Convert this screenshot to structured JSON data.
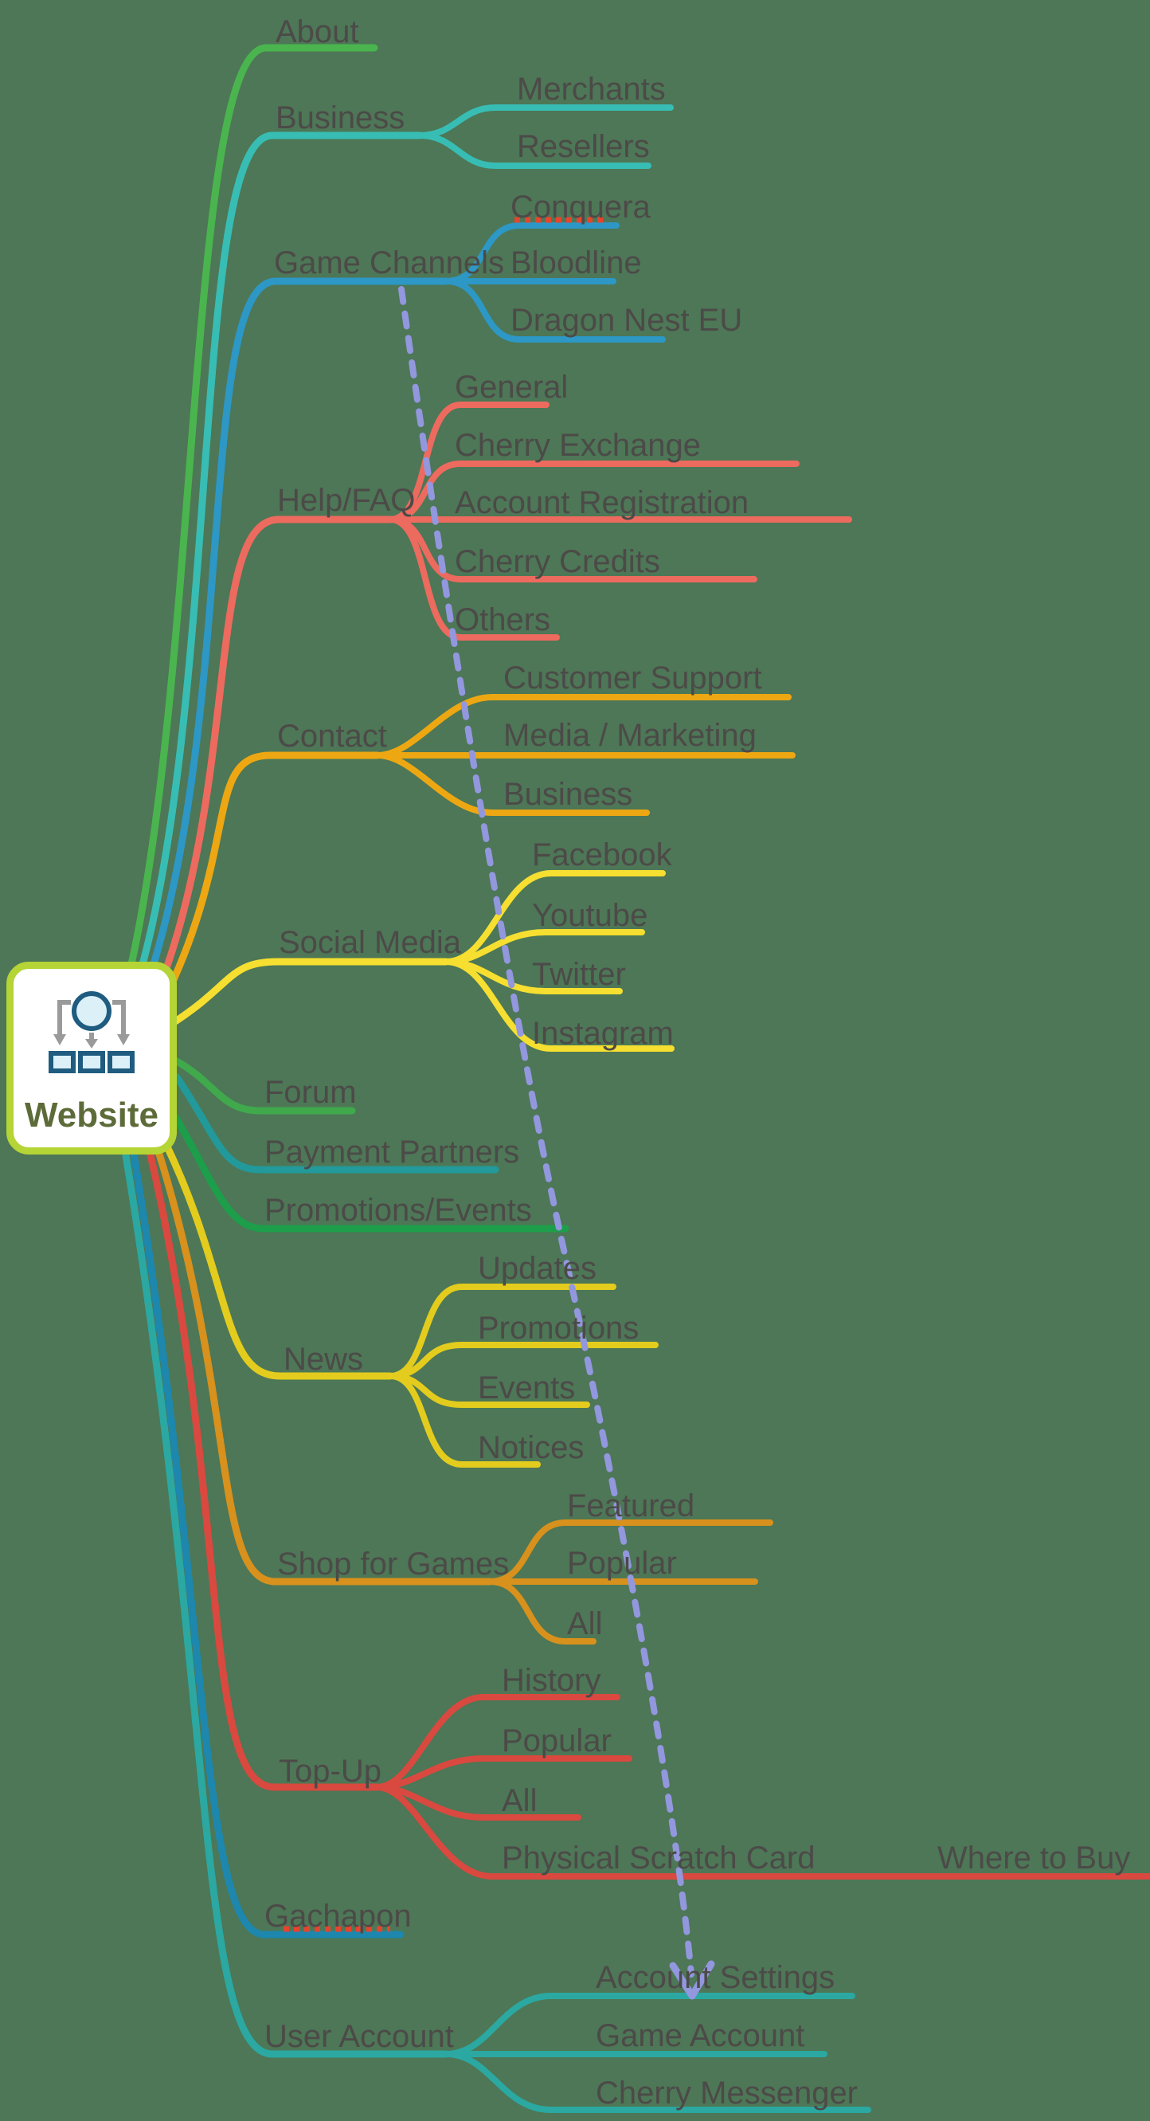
{
  "title": "Website structure mind map",
  "theme": {
    "bg": "#4d7756",
    "text": "#4c4a48",
    "node-border": "#b5d435",
    "node-bg": "#ffffff",
    "root-text": "#5d6b39",
    "link": "#9297de",
    "marker": "#e8432e",
    "icon-stroke": "#1f5c80",
    "icon-fill": "#dcf0f8",
    "icon-gray": "#9a9a9a"
  },
  "root": {
    "label": "Website",
    "icon": "sitemap-icon"
  },
  "branches": [
    {
      "label": "About",
      "color": "#4ab54e",
      "children": []
    },
    {
      "label": "Business",
      "color": "#38bdb4",
      "children": [
        {
          "label": "Merchants"
        },
        {
          "label": "Resellers"
        }
      ]
    },
    {
      "label": "Game Channels",
      "color": "#2d97c5",
      "children": [
        {
          "label": "Conquera",
          "highlight": true
        },
        {
          "label": "Bloodline"
        },
        {
          "label": "Dragon Nest EU"
        }
      ]
    },
    {
      "label": "Help/FAQ",
      "color": "#ed6a5f",
      "children": [
        {
          "label": "General"
        },
        {
          "label": "Cherry Exchange"
        },
        {
          "label": "Account Registration"
        },
        {
          "label": "Cherry Credits"
        },
        {
          "label": "Others"
        }
      ]
    },
    {
      "label": "Contact",
      "color": "#eda712",
      "children": [
        {
          "label": "Customer Support"
        },
        {
          "label": "Media / Marketing"
        },
        {
          "label": "Business"
        }
      ]
    },
    {
      "label": "Social Media",
      "color": "#f6df30",
      "children": [
        {
          "label": "Facebook"
        },
        {
          "label": "Youtube"
        },
        {
          "label": "Twitter"
        },
        {
          "label": "Instagram"
        }
      ]
    },
    {
      "label": "Forum",
      "color": "#3fa94c",
      "children": []
    },
    {
      "label": "Payment Partners",
      "color": "#22999a",
      "children": []
    },
    {
      "label": "Promotions/Events",
      "color": "#1d9e4b",
      "children": []
    },
    {
      "label": "News",
      "color": "#e3cc1d",
      "children": [
        {
          "label": "Updates"
        },
        {
          "label": "Promotions"
        },
        {
          "label": "Events"
        },
        {
          "label": "Notices"
        }
      ]
    },
    {
      "label": "Shop for Games",
      "color": "#d7911c",
      "children": [
        {
          "label": "Featured"
        },
        {
          "label": "Popular"
        },
        {
          "label": "All"
        }
      ]
    },
    {
      "label": "Top-Up",
      "color": "#d9493f",
      "children": [
        {
          "label": "History"
        },
        {
          "label": "Popular"
        },
        {
          "label": "All"
        },
        {
          "label": "Physical Scratch Card",
          "children": [
            {
              "label": "Where to Buy"
            }
          ]
        }
      ]
    },
    {
      "label": "Gachapon",
      "color": "#1d87ae",
      "highlight": true,
      "children": []
    },
    {
      "label": "User Account",
      "color": "#2ba8a1",
      "children": [
        {
          "label": "Account Settings"
        },
        {
          "label": "Game Account"
        },
        {
          "label": "Cherry Messenger"
        }
      ]
    }
  ],
  "link": {
    "from": "Game Channels",
    "to": "Account Settings",
    "style": "dashed-arrow"
  }
}
